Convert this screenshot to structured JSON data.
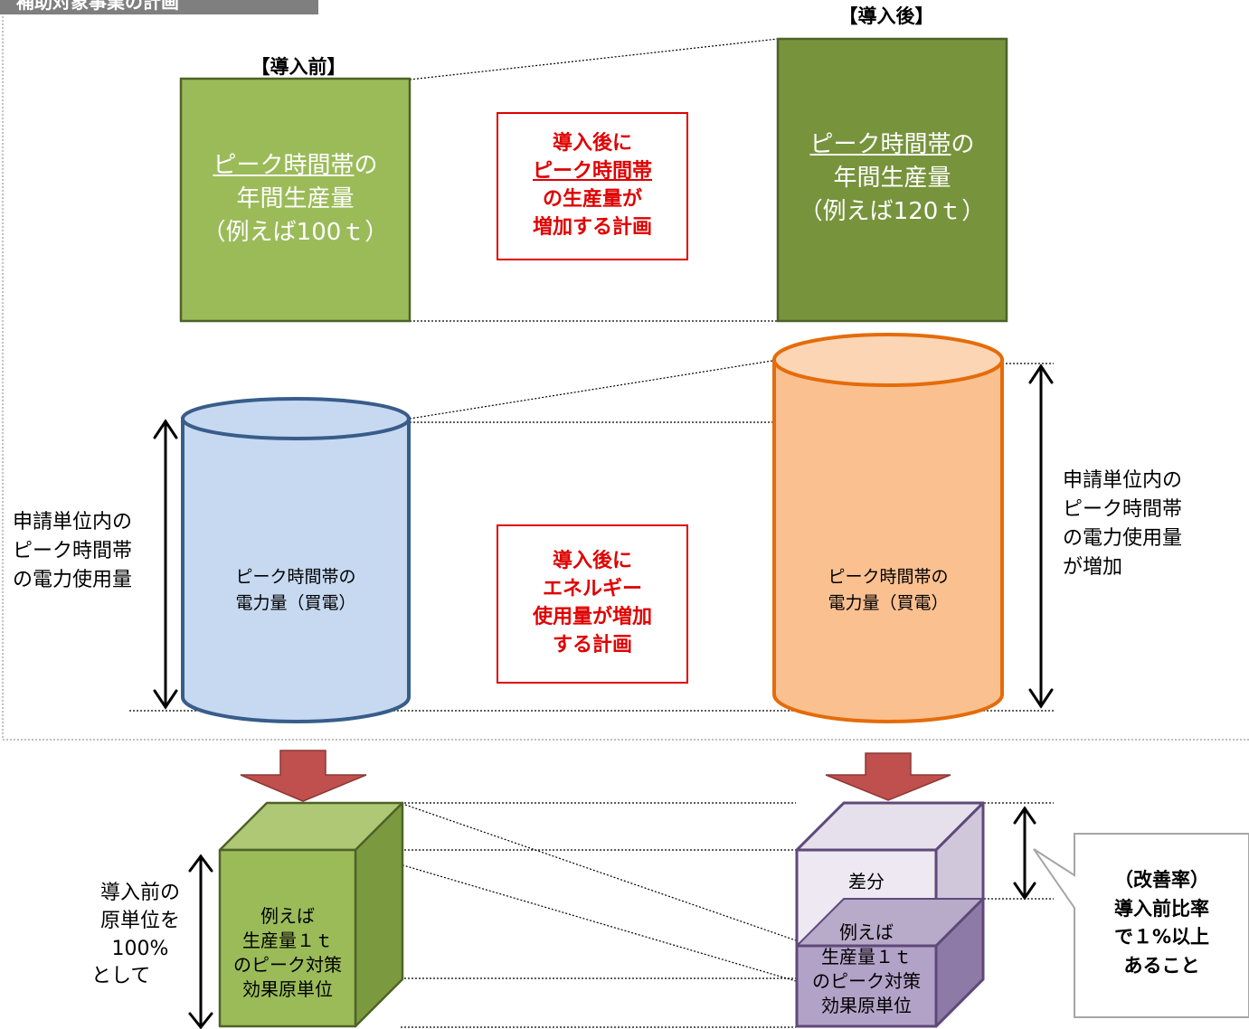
{
  "section_tag": "補助対象事業の計画",
  "before": {
    "heading": "【導入前】",
    "production": {
      "underlined": "ピーク時間帯",
      "suffix": "の",
      "line2": "年間生産量",
      "line3": "（例えば100ｔ）"
    },
    "cylinder": {
      "line1": "ピーク時間帯の",
      "line2": "電力量（買電）"
    },
    "side_label": {
      "line1": "申請単位内の",
      "line2": "ピーク時間帯",
      "line3": "の電力使用量"
    },
    "cube_side": {
      "line1": "導入前の",
      "line2": "原単位を",
      "line3": "100%",
      "line4": "として"
    },
    "cube": {
      "line1": "例えば",
      "line2": "生産量１ｔ",
      "line3": "のピーク対策",
      "line4": "効果原単位"
    }
  },
  "after": {
    "heading": "【導入後】",
    "production": {
      "underlined": "ピーク時間帯",
      "suffix": "の",
      "line2": "年間生産量",
      "line3": "（例えば120ｔ）"
    },
    "cylinder": {
      "line1": "ピーク時間帯の",
      "line2": "電力量（買電）"
    },
    "side_label": {
      "line1": "申請単位内の",
      "line2": "ピーク時間帯",
      "line3": "の電力使用量",
      "line4": "が増加"
    },
    "cube_top": "差分",
    "cube": {
      "line1": "例えば",
      "line2": "生産量１ｔ",
      "line3": "のピーク対策",
      "line4": "効果原単位"
    }
  },
  "plan_production": {
    "line1": "導入後に",
    "line2": "ピーク時間帯",
    "line3": "の生産量が",
    "line4": "増加する計画"
  },
  "plan_energy": {
    "line1": "導入後に",
    "line2": "エネルギー",
    "line3": "使用量が増加",
    "line4": "する計画"
  },
  "callout": {
    "line1": "（改善率）",
    "line2": "導入前比率",
    "line3": "で１%以上",
    "line4": "あること"
  },
  "colors": {
    "before_box": "#9bbb59",
    "after_box": "#77933c",
    "before_cylinder": "#c6d9f1",
    "before_cylinder_border": "#385d8a",
    "after_cylinder": "#fac090",
    "after_cylinder_border": "#e46c0a",
    "arrow": "#c0504d",
    "plan_text": "#e00000",
    "after_cube": "#b3a2c7",
    "after_cube_border": "#5f497a"
  }
}
